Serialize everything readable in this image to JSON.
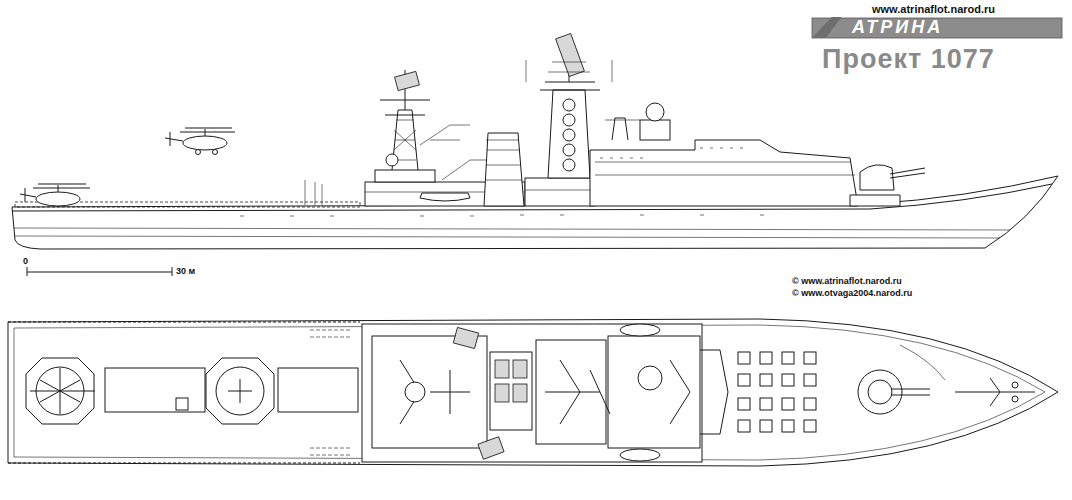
{
  "diagram": {
    "title": "Проект 1077",
    "labels": [
      "www.atrinaflot.narod.ru",
      "АТРИНА",
      "0",
      "30 м",
      "© www.atrinaflot.narod.ru",
      "© www.otvaga2004.narod.ru"
    ]
  }
}
